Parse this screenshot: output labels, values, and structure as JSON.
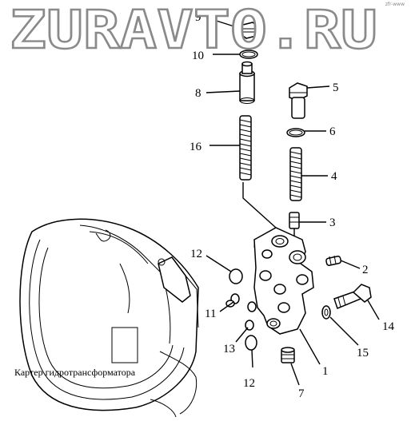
{
  "watermark": "ZURAVTO.RU",
  "corner_mark": "zfr-www",
  "caption": "Картер гидротрансформатора",
  "callouts": {
    "n1": "1",
    "n2": "2",
    "n3": "3",
    "n4": "4",
    "n5": "5",
    "n6": "6",
    "n7": "7",
    "n8": "8",
    "n9": "9",
    "n10": "10",
    "n11": "11",
    "n12a": "12",
    "n12b": "12",
    "n13": "13",
    "n14": "14",
    "n15": "15",
    "n16": "16"
  },
  "colors": {
    "ink": "#000000",
    "watermark_outline": "#8a8a8a",
    "background": "#ffffff"
  }
}
